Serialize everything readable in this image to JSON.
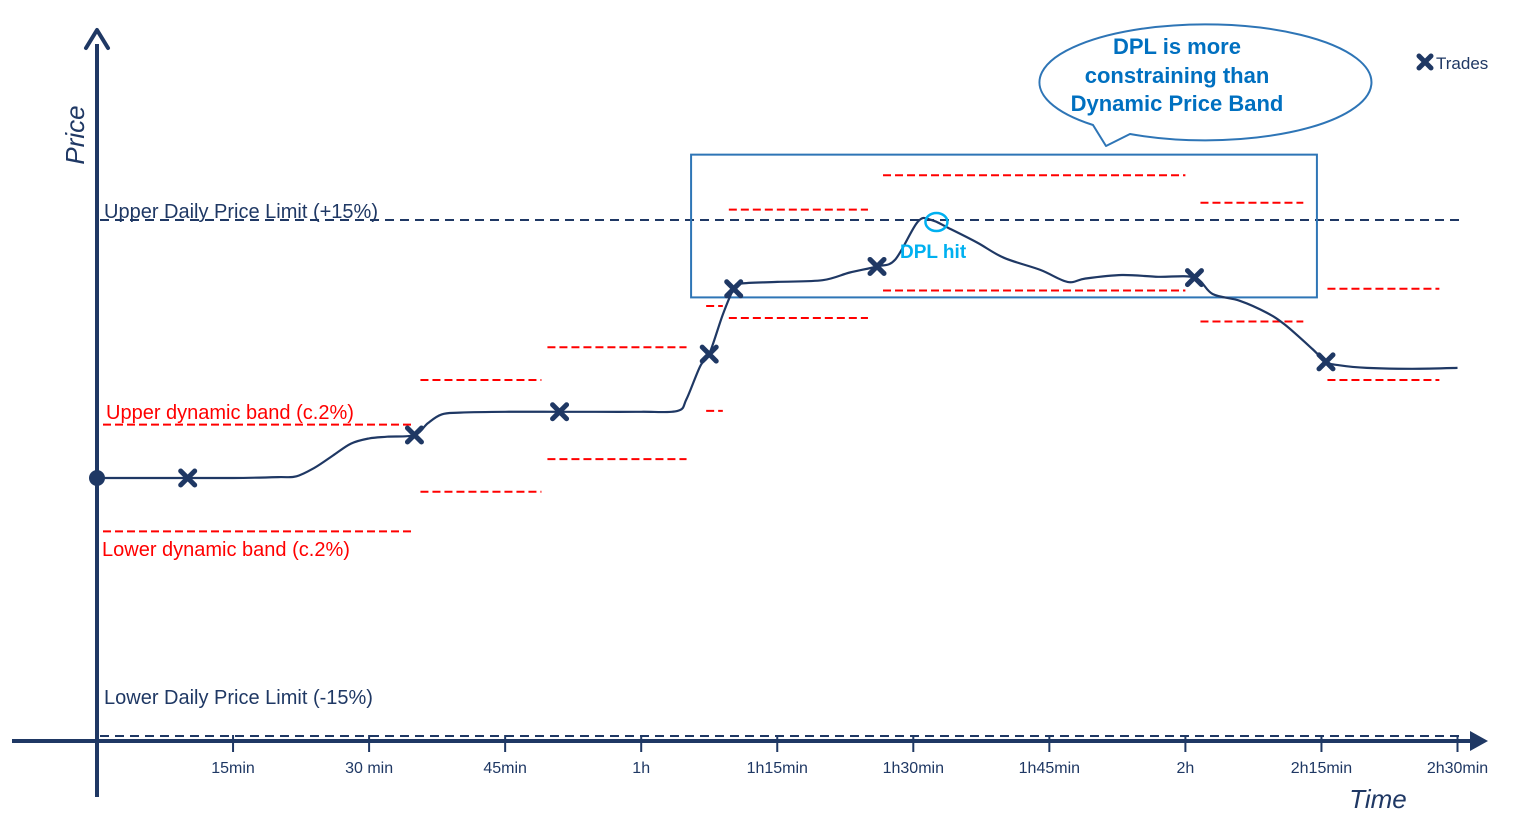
{
  "chart_data": {
    "type": "line",
    "xlabel": "Time",
    "ylabel": "Price",
    "x_ticks": [
      {
        "minutes": 15,
        "label": "15min"
      },
      {
        "minutes": 30,
        "label": "30 min"
      },
      {
        "minutes": 45,
        "label": "45min"
      },
      {
        "minutes": 60,
        "label": "1h"
      },
      {
        "minutes": 75,
        "label": "1h15min"
      },
      {
        "minutes": 90,
        "label": "1h30min"
      },
      {
        "minutes": 105,
        "label": "1h45min"
      },
      {
        "minutes": 120,
        "label": "2h"
      },
      {
        "minutes": 135,
        "label": "2h15min"
      },
      {
        "minutes": 150,
        "label": "2h30min"
      }
    ],
    "xlim": [
      0,
      150
    ],
    "ylim": [
      -19,
      25
    ],
    "limits": {
      "upper": {
        "value": 15,
        "label": "Upper Daily Price Limit (+15%)"
      },
      "lower": {
        "value": -15,
        "label": "Lower Daily Price Limit (-15%)"
      }
    },
    "band_labels": {
      "upper": "Upper dynamic band (c.2%)",
      "lower": "Lower dynamic band (c.2%)"
    },
    "price_series": [
      [
        0,
        0
      ],
      [
        5,
        0
      ],
      [
        10,
        0
      ],
      [
        15,
        0
      ],
      [
        20,
        0.05
      ],
      [
        22,
        0.1
      ],
      [
        24,
        0.6
      ],
      [
        26,
        1.3
      ],
      [
        28,
        2
      ],
      [
        30,
        2.3
      ],
      [
        32,
        2.4
      ],
      [
        35,
        2.5
      ],
      [
        36.5,
        3.2
      ],
      [
        38,
        3.7
      ],
      [
        40,
        3.8
      ],
      [
        45,
        3.85
      ],
      [
        51,
        3.85
      ],
      [
        55,
        3.85
      ],
      [
        60,
        3.85
      ],
      [
        64,
        3.9
      ],
      [
        65,
        4.6
      ],
      [
        66.5,
        6.5
      ],
      [
        67.5,
        7.2
      ],
      [
        69,
        9.5
      ],
      [
        70.2,
        11
      ],
      [
        71,
        11.3
      ],
      [
        75,
        11.4
      ],
      [
        80,
        11.5
      ],
      [
        83,
        11.95
      ],
      [
        86,
        12.3
      ],
      [
        88,
        12.7
      ],
      [
        90.5,
        14.9
      ],
      [
        92,
        15
      ],
      [
        94,
        14.5
      ],
      [
        97,
        13.7
      ],
      [
        100,
        12.8
      ],
      [
        104,
        12.1
      ],
      [
        107,
        11.4
      ],
      [
        109,
        11.6
      ],
      [
        113,
        11.8
      ],
      [
        117,
        11.7
      ],
      [
        121,
        11.65
      ],
      [
        123,
        10.7
      ],
      [
        126,
        10.3
      ],
      [
        129,
        9.6
      ],
      [
        131,
        8.9
      ],
      [
        134,
        7.5
      ],
      [
        135.5,
        6.75
      ],
      [
        137,
        6.55
      ],
      [
        140,
        6.4
      ],
      [
        145,
        6.35
      ],
      [
        150,
        6.4
      ]
    ],
    "start_point": [
      0,
      0
    ],
    "trades": [
      [
        10,
        0
      ],
      [
        35,
        2.5
      ],
      [
        51,
        3.85
      ],
      [
        67.5,
        7.2
      ],
      [
        70.2,
        11
      ],
      [
        86,
        12.3
      ],
      [
        121,
        11.65
      ],
      [
        135.5,
        6.75
      ]
    ],
    "upper_bands": [
      {
        "x": [
          0,
          35
        ],
        "value": 3.1
      },
      {
        "x": [
          35,
          49
        ],
        "value": 5.7
      },
      {
        "x": [
          49,
          65
        ],
        "value": 7.6
      },
      {
        "x": [
          66.5,
          69
        ],
        "value": 10.0
      },
      {
        "x": [
          69,
          85
        ],
        "value": 15.6
      },
      {
        "x": [
          86,
          120
        ],
        "value": 17.6
      },
      {
        "x": [
          121,
          133
        ],
        "value": 16.0
      },
      {
        "x": [
          135,
          148
        ],
        "value": 11.0
      }
    ],
    "lower_bands": [
      {
        "x": [
          0,
          35
        ],
        "value": -3.1
      },
      {
        "x": [
          35,
          49
        ],
        "value": -0.8
      },
      {
        "x": [
          49,
          65
        ],
        "value": 1.1
      },
      {
        "x": [
          66.5,
          69
        ],
        "value": 3.9
      },
      {
        "x": [
          69,
          85
        ],
        "value": 9.3
      },
      {
        "x": [
          86,
          120
        ],
        "value": 10.9
      },
      {
        "x": [
          121,
          133
        ],
        "value": 9.1
      },
      {
        "x": [
          135,
          148
        ],
        "value": 5.7
      }
    ],
    "highlight_box": {
      "x": [
        65.5,
        134.5
      ],
      "y": [
        10.5,
        18.8
      ]
    },
    "dpl_hit": {
      "x": 92,
      "y": 15,
      "label": "DPL hit"
    },
    "callout": {
      "lines": [
        "DPL is more",
        "constraining than",
        "Dynamic Price Band"
      ]
    },
    "legend": {
      "label": "Trades",
      "placement": "top-right"
    },
    "colors": {
      "axis": "#1f3864",
      "price": "#1f3864",
      "limit": "#1f3864",
      "band": "#ff0000",
      "box": "#2e75b6",
      "callout_border": "#2e75b6",
      "callout_text": "#0070c0",
      "dpl_marker": "#00b0f0",
      "trade": "#1f3864"
    }
  }
}
